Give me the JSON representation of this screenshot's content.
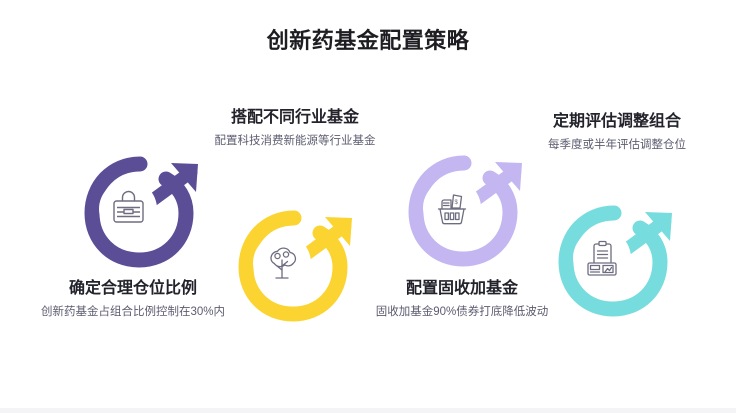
{
  "slide": {
    "title": "创新药基金配置策略",
    "background_color": "#ffffff",
    "title_color": "#1d1d22"
  },
  "steps": [
    {
      "id": "step-1",
      "title": "确定合理仓位比例",
      "description": "创新药基金占组合比例控制在30%内",
      "color": "#5b4e96",
      "icon": "briefcase-icon"
    },
    {
      "id": "step-2",
      "title": "搭配不同行业基金",
      "description": "配置科技消费新能源等行业基金",
      "color": "#fbd431",
      "icon": "money-tree-icon"
    },
    {
      "id": "step-3",
      "title": "配置固收加基金",
      "description": "固收加基金90%债券打底降低波动",
      "color": "#c4b6f1",
      "icon": "money-basket-icon"
    },
    {
      "id": "step-4",
      "title": "定期评估调整组合",
      "description": "每季度或半年评估调整仓位",
      "color": "#77dcdd",
      "icon": "clipboard-report-icon"
    }
  ]
}
